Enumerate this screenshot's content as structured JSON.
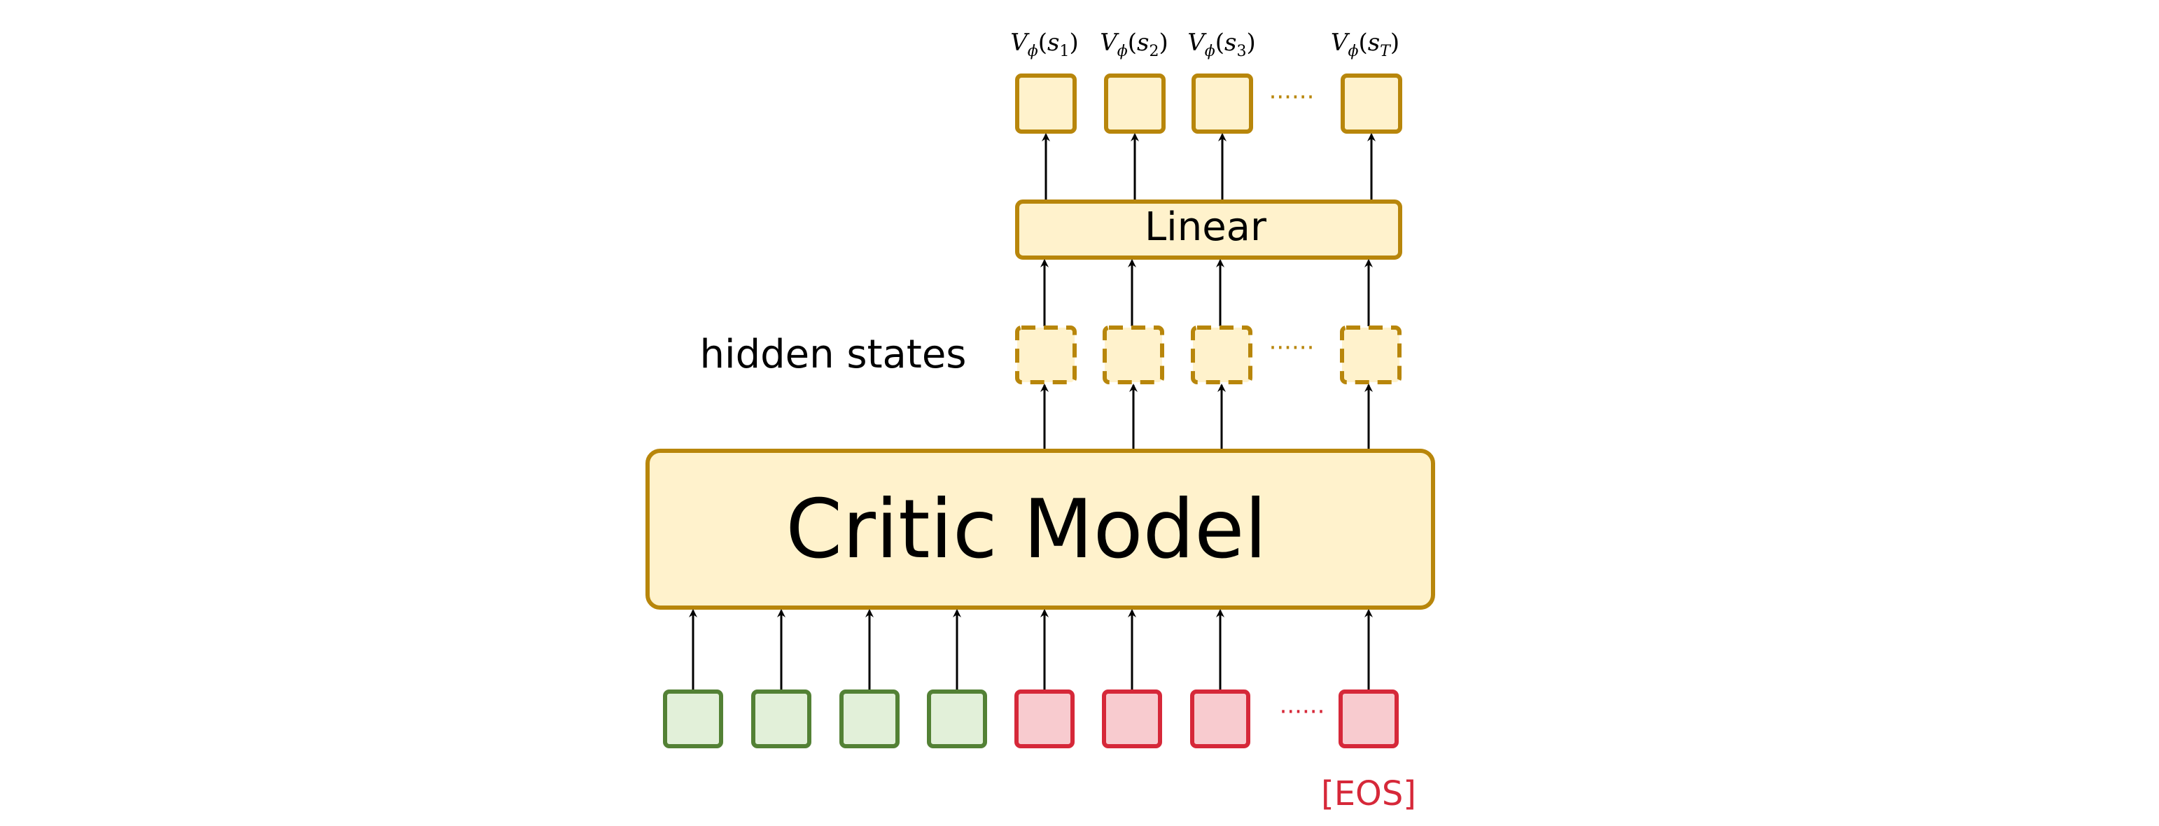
{
  "diagram": {
    "critic_label": "Critic Model",
    "linear_label": "Linear",
    "hidden_label": "hidden states",
    "eos_label": "[EOS]",
    "ellipsis": "······",
    "outputs": [
      {
        "main": "V",
        "sub": "ϕ",
        "arg": "s",
        "argsub": "1"
      },
      {
        "main": "V",
        "sub": "ϕ",
        "arg": "s",
        "argsub": "2"
      },
      {
        "main": "V",
        "sub": "ϕ",
        "arg": "s",
        "argsub": "3"
      },
      {
        "main": "V",
        "sub": "ϕ",
        "arg": "s",
        "argsub": "T"
      }
    ]
  },
  "colors": {
    "gold_stroke": "#B8860B",
    "gold_fill": "#FFF2CC",
    "green_stroke": "#538135",
    "green_fill": "#E2F0D9",
    "red_stroke": "#D62839",
    "red_fill": "#F8CBCF",
    "eos_text": "#D62839",
    "arrow": "#000000"
  }
}
